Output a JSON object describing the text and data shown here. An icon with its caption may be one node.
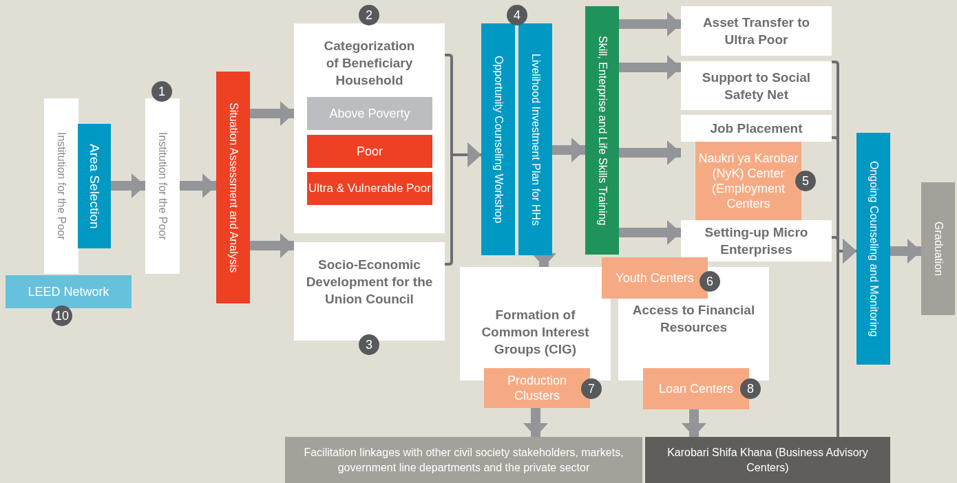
{
  "diagram": {
    "nodes": [
      {
        "text": [
          "Institution for the Poor"
        ]
      },
      {
        "text": [
          "Area Selection"
        ]
      },
      {
        "text": [
          "LEED Network"
        ],
        "beside": [
          "10"
        ]
      },
      {
        "text": [
          "Institution for the Poor"
        ],
        "beside": [
          "1"
        ]
      },
      {
        "text": [
          "Situation Assessment and Analysis"
        ]
      },
      {
        "text": [
          "Categorization of Beneficiary Household"
        ],
        "beside": [
          "2"
        ]
      },
      {
        "text": [
          "Above Poverty"
        ],
        "in": 5
      },
      {
        "text": [
          "Poor"
        ],
        "in": 5
      },
      {
        "text": [
          "Ultra & Vulnerable Poor"
        ],
        "in": 5
      },
      {
        "text": [
          "Socio-Economic Development for the Union Council"
        ],
        "beside": [
          "3"
        ]
      },
      {
        "text": [
          "Opportunity Counseling Workshop"
        ],
        "beside": [
          "4"
        ]
      },
      {
        "text": [
          "Livelihood Investment Plan for HHs"
        ]
      },
      {
        "text": [
          "Skill, Enterprise and Life Skills Training"
        ]
      },
      {
        "text": [
          "Asset Transfer to Ultra Poor"
        ]
      },
      {
        "text": [
          "Support to Social Safety Net"
        ]
      },
      {
        "text": [
          "Job Placement"
        ]
      },
      {
        "text": [
          "Naukri ya Karobar (NyK) Center (Employment Centers"
        ],
        "beside": [
          "5"
        ]
      },
      {
        "text": [
          "Setting-up Micro Enterprises"
        ]
      },
      {
        "text": [
          "Formation of Common Interest Groups (CIG)"
        ]
      },
      {
        "text": [
          "Access to Financial Resources"
        ]
      },
      {
        "text": [
          "Youth Centers"
        ],
        "beside": [
          "6"
        ]
      },
      {
        "text": [
          "Production Clusters"
        ],
        "beside": [
          "7"
        ]
      },
      {
        "text": [
          "Loan Centers"
        ],
        "beside": [
          "8"
        ]
      },
      {
        "text": [
          "Facilitation linkages with other civil society stakeholders, markets, government line departments and the private sector"
        ]
      },
      {
        "text": [
          "Karobari Shifa Khana (Business Advisory Centers)"
        ]
      },
      {
        "text": [
          "Ongoing Counseling and Monitoring"
        ]
      },
      {
        "text": [
          "Graduation"
        ]
      }
    ],
    "edges": [
      {
        "from": 1,
        "to": 3,
        "arrow": "to"
      },
      {
        "from": 3,
        "to": 4,
        "arrow": "to"
      },
      {
        "from": 4,
        "to": 5,
        "arrow": "to"
      },
      {
        "from": 4,
        "to": 9,
        "arrow": "to"
      },
      {
        "from": 5,
        "to": 10,
        "arrow": "to",
        "color": "#6d6e71"
      },
      {
        "from": 9,
        "to": 10,
        "arrow": "to",
        "color": "#6d6e71"
      },
      {
        "from": 11,
        "to": 12,
        "arrow": "to"
      },
      {
        "from": 11,
        "to": 18,
        "arrow": "to"
      },
      {
        "from": 12,
        "to": 13,
        "arrow": "to"
      },
      {
        "from": 12,
        "to": 14,
        "arrow": "to"
      },
      {
        "from": 12,
        "to": 15,
        "arrow": "to"
      },
      {
        "from": 12,
        "to": 17,
        "arrow": "to"
      },
      {
        "from": 21,
        "to": 23,
        "arrow": "to"
      },
      {
        "from": 22,
        "to": 24,
        "arrow": "to"
      },
      {
        "from": 14,
        "to": 25,
        "arrow": "to",
        "color": "#6d6e71"
      },
      {
        "from": 15,
        "to": 25,
        "arrow": "to",
        "color": "#6d6e71"
      },
      {
        "from": 17,
        "to": 25,
        "arrow": "to",
        "color": "#6d6e71"
      },
      {
        "from": 24,
        "to": 25,
        "arrow": "to",
        "color": "#6d6e71"
      },
      {
        "from": 25,
        "to": 26,
        "arrow": "to"
      }
    ]
  }
}
